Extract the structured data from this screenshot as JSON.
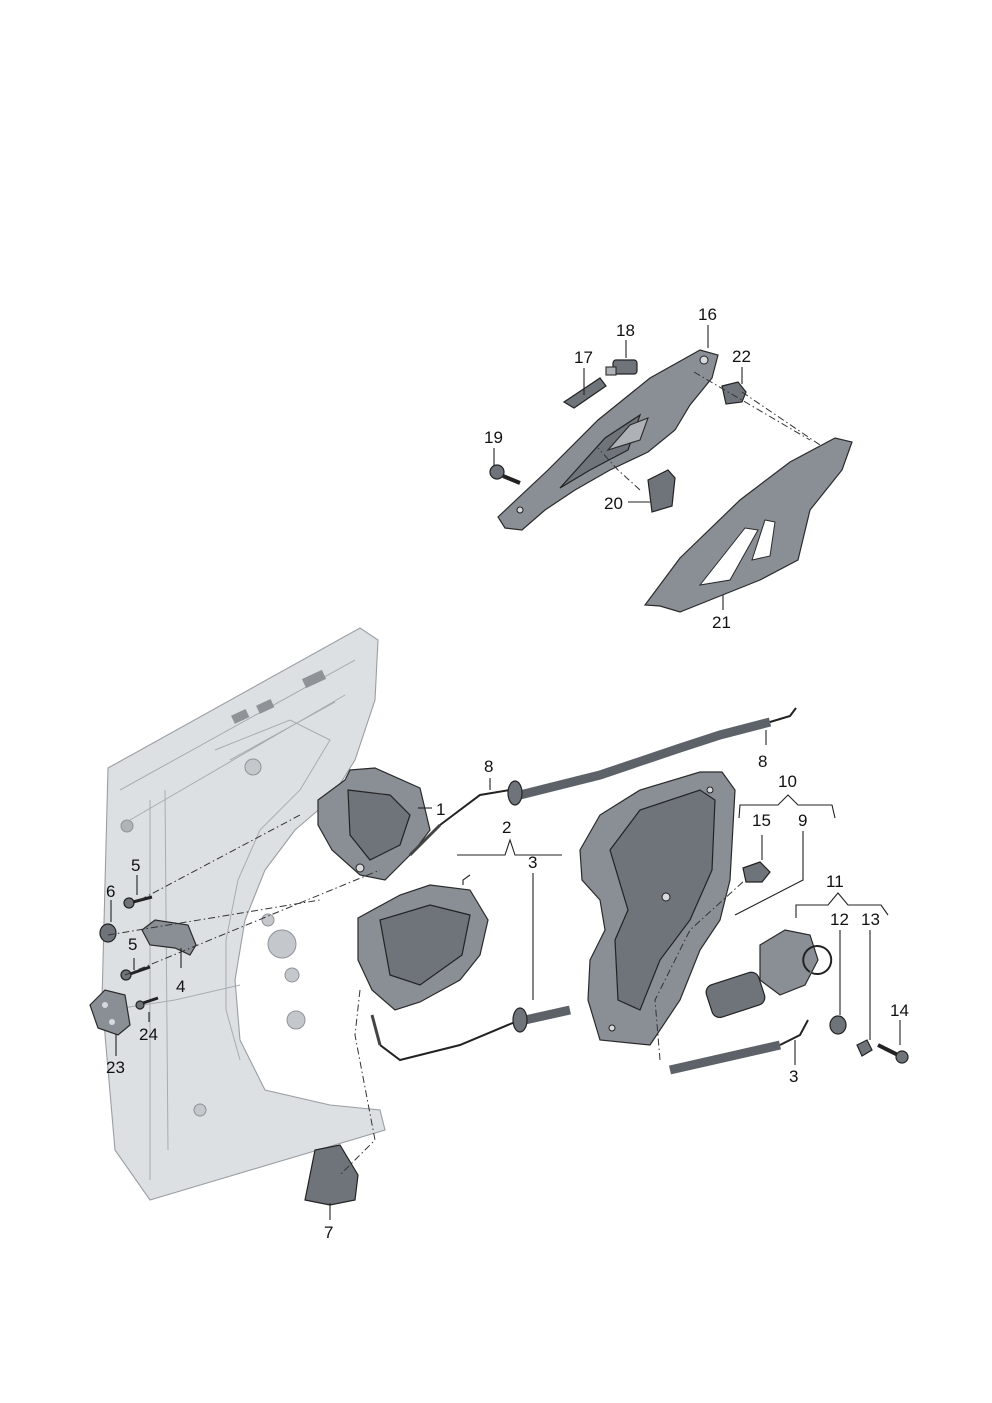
{
  "diagram": {
    "callouts": [
      {
        "id": "c1",
        "text": "1"
      },
      {
        "id": "c2",
        "text": "2"
      },
      {
        "id": "c3a",
        "text": "3"
      },
      {
        "id": "c3b",
        "text": "3"
      },
      {
        "id": "c4",
        "text": "4"
      },
      {
        "id": "c5a",
        "text": "5"
      },
      {
        "id": "c5b",
        "text": "5"
      },
      {
        "id": "c6",
        "text": "6"
      },
      {
        "id": "c7",
        "text": "7"
      },
      {
        "id": "c8a",
        "text": "8"
      },
      {
        "id": "c8b",
        "text": "8"
      },
      {
        "id": "c9",
        "text": "9"
      },
      {
        "id": "c10",
        "text": "10"
      },
      {
        "id": "c11",
        "text": "11"
      },
      {
        "id": "c12",
        "text": "12"
      },
      {
        "id": "c13",
        "text": "13"
      },
      {
        "id": "c14",
        "text": "14"
      },
      {
        "id": "c15",
        "text": "15"
      },
      {
        "id": "c16",
        "text": "16"
      },
      {
        "id": "c17",
        "text": "17"
      },
      {
        "id": "c18",
        "text": "18"
      },
      {
        "id": "c19",
        "text": "19"
      },
      {
        "id": "c20",
        "text": "20"
      },
      {
        "id": "c21",
        "text": "21"
      },
      {
        "id": "c22",
        "text": "22"
      },
      {
        "id": "c23",
        "text": "23"
      },
      {
        "id": "c24",
        "text": "24"
      }
    ]
  }
}
